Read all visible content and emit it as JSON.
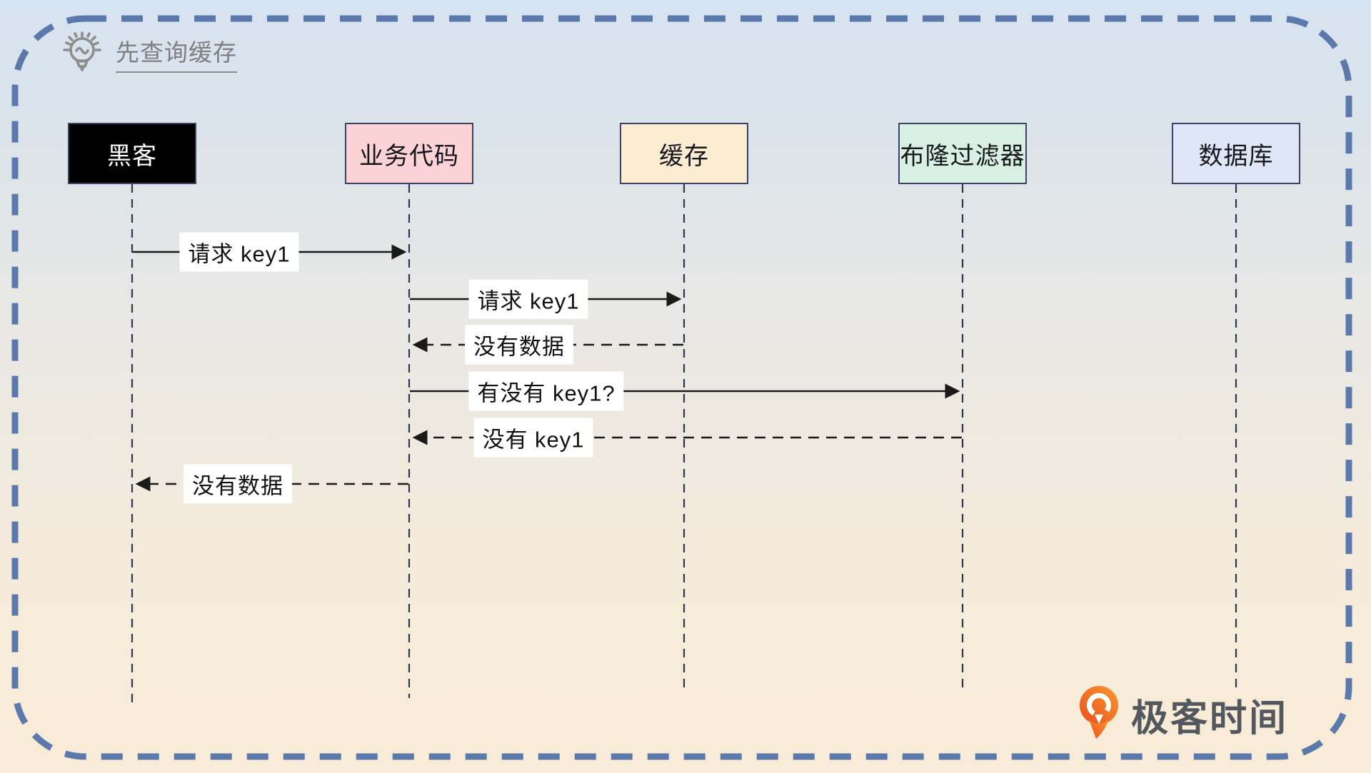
{
  "note": {
    "icon": "lightbulb-icon",
    "text": "先查询缓存"
  },
  "actors": [
    {
      "label": "黑客",
      "bg": "#000000",
      "fg": "#ffffff"
    },
    {
      "label": "业务代码",
      "bg": "#fbd3d6",
      "fg": "#16161d"
    },
    {
      "label": "缓存",
      "bg": "#fbecd2",
      "fg": "#16161d"
    },
    {
      "label": "布隆过滤器",
      "bg": "#d8f0e3",
      "fg": "#16161d"
    },
    {
      "label": "数据库",
      "bg": "#dfe6f8",
      "fg": "#16161d"
    }
  ],
  "messages": [
    {
      "label": "请求 key1",
      "from": "黑客",
      "to": "业务代码",
      "line": "solid"
    },
    {
      "label": "请求 key1",
      "from": "业务代码",
      "to": "缓存",
      "line": "solid"
    },
    {
      "label": "没有数据",
      "from": "缓存",
      "to": "业务代码",
      "line": "dashed"
    },
    {
      "label": "有没有 key1?",
      "from": "业务代码",
      "to": "布隆过滤器",
      "line": "solid"
    },
    {
      "label": "没有 key1",
      "from": "布隆过滤器",
      "to": "业务代码",
      "line": "dashed"
    },
    {
      "label": "没有数据",
      "from": "业务代码",
      "to": "黑客",
      "line": "dashed"
    }
  ],
  "brand": {
    "name": "极客时间",
    "accent": "#f26b21"
  },
  "colors": {
    "frame_border": "#5b7aab",
    "lifeline": "#2e3750",
    "arrow": "#1a1a1a",
    "note_text": "#7f7f80"
  }
}
